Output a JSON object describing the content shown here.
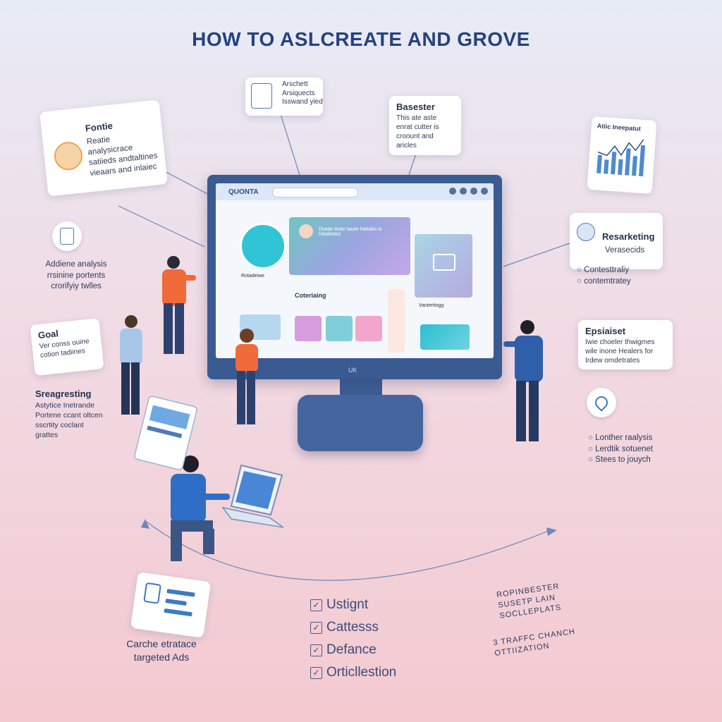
{
  "title": "HOW TO ASLCREATE AND GROVE",
  "cards": {
    "fontie": {
      "title": "Fontie",
      "text": "Reatie analysicrace satiieds andtaltines vieaars and inlaiec"
    },
    "arschett": {
      "title": "Arschett",
      "text": "Arsiquects Isswand yied"
    },
    "basester": {
      "title": "Basester",
      "text": "This ate aste enrat cutter is croount and aricles"
    },
    "chart": {
      "title": "Atiic Ineepatut"
    },
    "resarketing": {
      "title": "Resarketing",
      "text": "Verasecids"
    },
    "goal": {
      "title": "Goal",
      "text": "Ver conss ouine cotion tadiines"
    },
    "epsiaiset": {
      "title": "Epsiaiset",
      "text": "Iwie choeler thwigmes wile inone Healers for Irdew omdetrates"
    },
    "ads": {
      "text": "Carche etratace targeted Ads"
    }
  },
  "labels": {
    "audience": "Addiene analysis rrsinine portents crorifyiy twlles",
    "strategy_title": "Sreagresting",
    "strategy": "Astytice Inetrande Portene ccant oltcen sscrtity coclant grattes",
    "content": [
      "Contesttraliy",
      "contemtratey"
    ],
    "lead": [
      "Lonther raalysis",
      "Lerdtik sotuenet",
      "Stees to jouych"
    ],
    "right_bottom_1": "ROPINBESTER SUSETP LAIN SOCLLEPLATS",
    "right_bottom_2": "3 TRAFFC CHANCH OTTIIZATION"
  },
  "checklist": [
    "Ustignt",
    "Cattesss",
    "Defance",
    "Orticllestion"
  ],
  "screen": {
    "brand": "QUONTA",
    "banner_text": "Dvatie drate tacee hattaliis is Hdatitotes",
    "section": "Coteriaing",
    "side_label": "Vanteritogg",
    "profile_label": "Rotadeiwe",
    "logo": "UK"
  },
  "colors": {
    "accent": "#24427e",
    "monitor": "#3a5a92",
    "orange": "#f06a3a"
  }
}
